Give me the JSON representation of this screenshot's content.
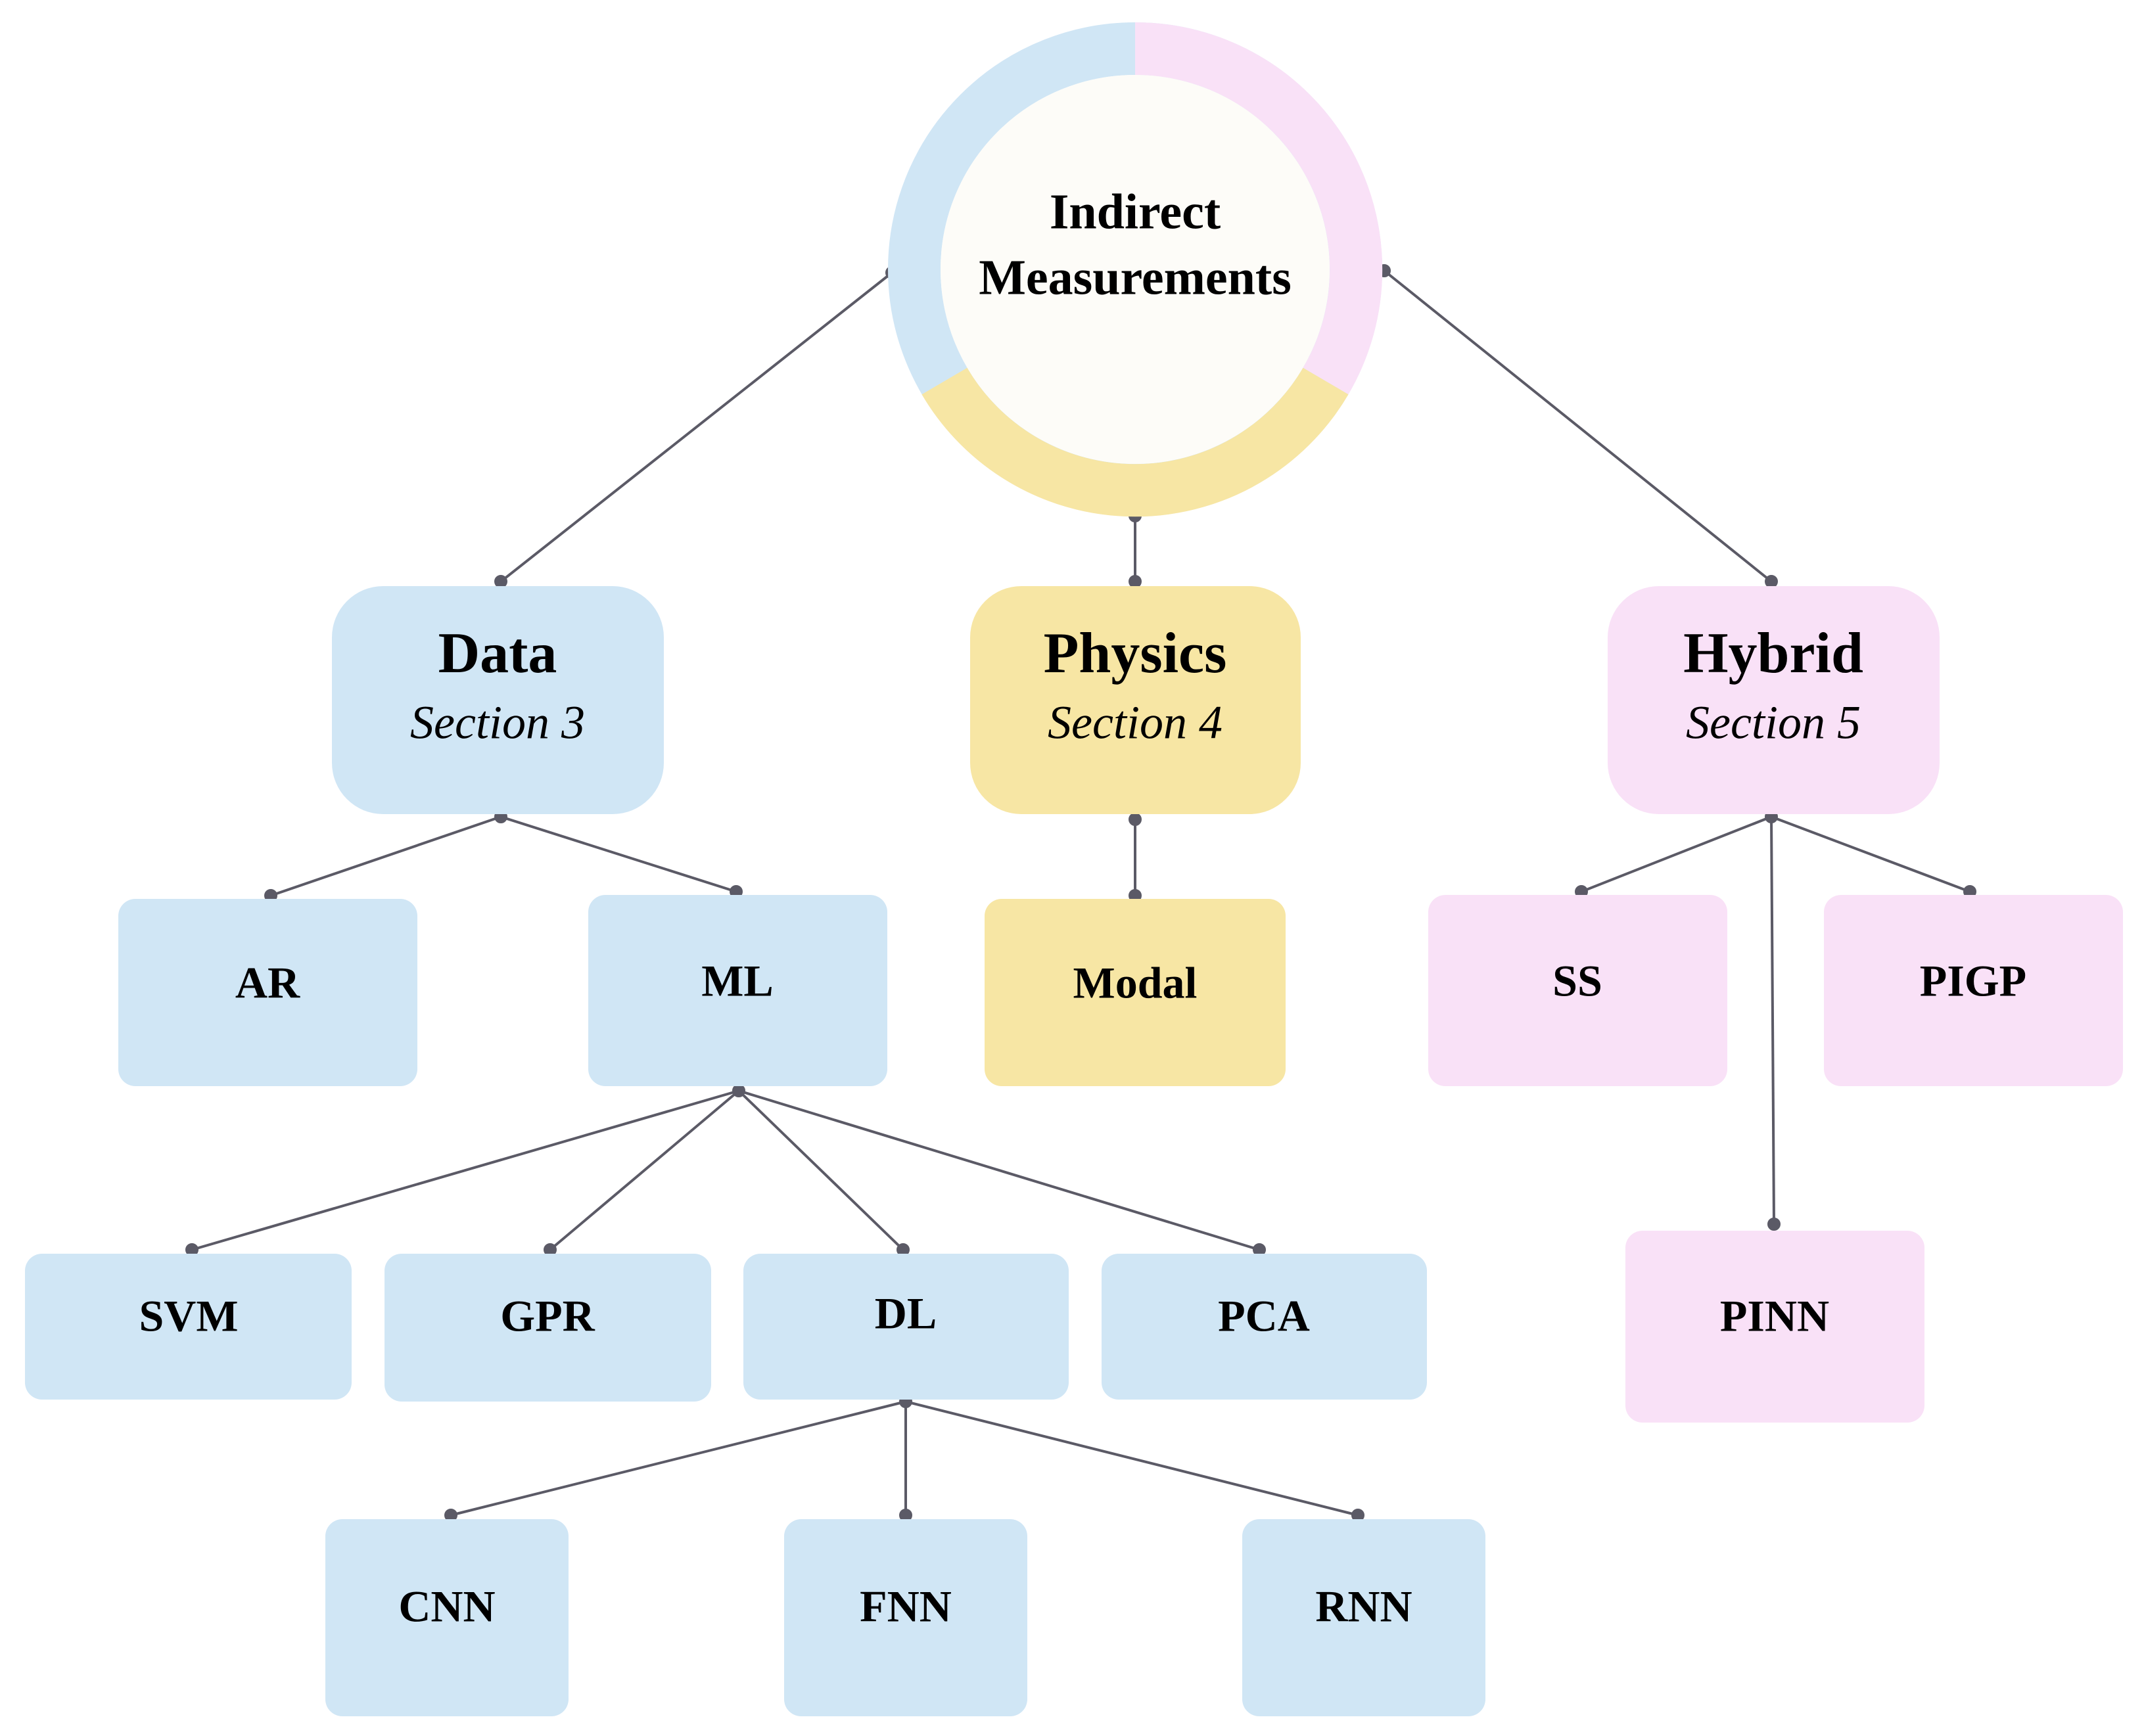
{
  "colors": {
    "data": "#d0e6f5",
    "physics": "#f7e6a4",
    "hybrid": "#f9e1f7",
    "root_fill": "#fdfcf8",
    "connector": "#5b5a66"
  },
  "root": {
    "line1": "Indirect",
    "line2": "Measurements"
  },
  "categories": {
    "data": {
      "title": "Data",
      "subtitle": "Section 3"
    },
    "physics": {
      "title": "Physics",
      "subtitle": "Section 4"
    },
    "hybrid": {
      "title": "Hybrid",
      "subtitle": "Section 5"
    }
  },
  "methods": {
    "ar": "AR",
    "ml": "ML",
    "modal": "Modal",
    "ss": "SS",
    "pigp": "PIGP",
    "svm": "SVM",
    "gpr": "GPR",
    "dl": "DL",
    "pca": "PCA",
    "pinn": "PINN",
    "cnn": "CNN",
    "fnn": "FNN",
    "rnn": "RNN"
  }
}
